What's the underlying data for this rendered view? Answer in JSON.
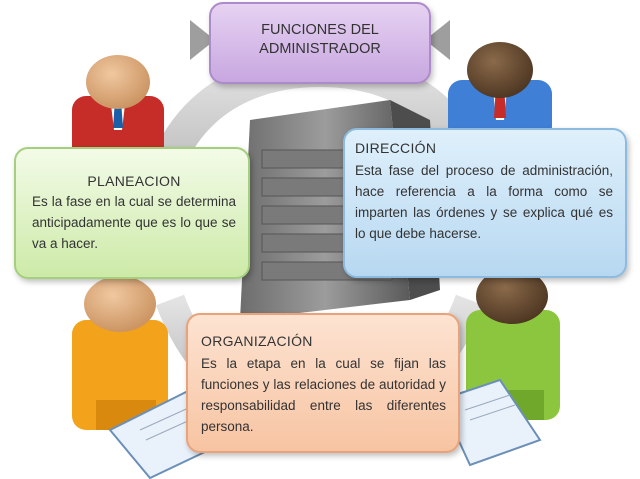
{
  "diagram": {
    "title_line1": "FUNCIONES DEL",
    "title_line2": "ADMINISTRADOR"
  },
  "planeacion": {
    "title": "PLANEACION",
    "text": "Es la fase en la cual se determina anticipadamente que es lo que se va a hacer."
  },
  "direccion": {
    "title": "DIRECCIÓN",
    "text": "Esta fase del proceso de administración, hace referencia a la forma como se imparten las órdenes y se explica qué es lo que debe hacerse."
  },
  "organizacion": {
    "title": "ORGANIZACIÓN",
    "text": "Es la etapa en la cual se fijan las funciones y las relaciones de autoridad y responsabilidad entre las diferentes persona."
  },
  "colors": {
    "title_box": "#c8a7e0",
    "planeacion_box": "#cdeaa8",
    "direccion_box": "#b7d8f1",
    "organizacion_box": "#f7c4a2",
    "person_red": "#c62d28",
    "person_blue": "#3f7fd6",
    "person_orange": "#f2a21b",
    "person_green": "#8cc63f"
  },
  "icons": [
    "server-icon",
    "arrow-icon",
    "person-icon",
    "document-icon"
  ]
}
